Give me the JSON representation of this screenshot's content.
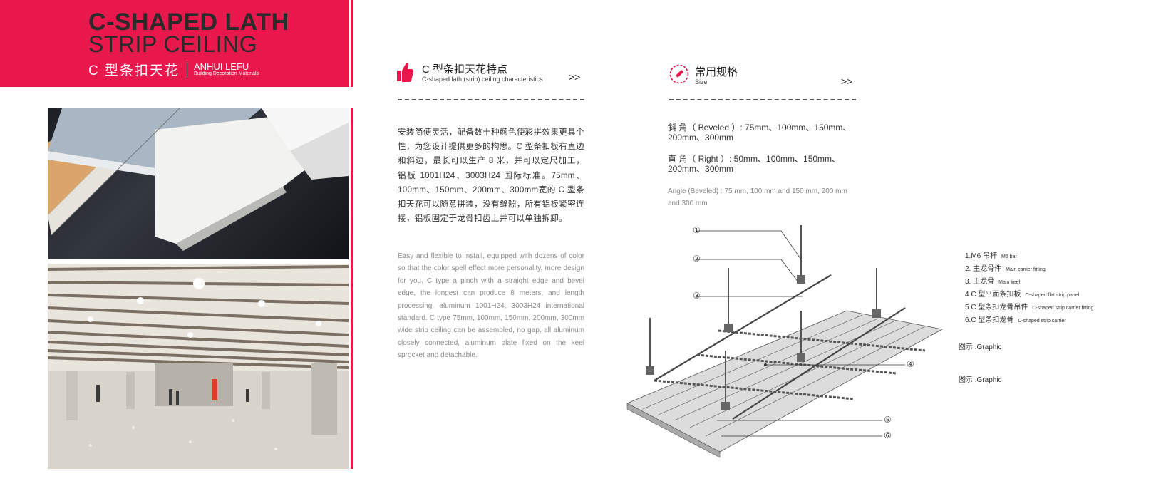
{
  "header": {
    "title_line1": "C-SHAPED LATH",
    "title_line2": "STRIP CEILING",
    "title_cn": "C 型条扣天花",
    "brand_name": "ANHUI LEFU",
    "brand_sub": "Building Decoration Materials"
  },
  "features": {
    "icon": "thumbs-up-icon",
    "title": "C 型条扣天花特点",
    "subtitle": "C-shaped lath (strip) ceiling characteristics",
    "arrows": ">>",
    "paragraph_cn": "安装简便灵活，配备数十种颜色使彩拼效果更具个性，为您设计提供更多的构思。C 型条扣板有直边和斜边，最长可以生产 8 米，并可以定尺加工，铝板 1001H24、3003H24 国际标准。75mm、100mm、150mm、200mm、300mm宽的 C 型条扣天花可以随意拼装，没有缝隙，所有铝板紧密连接，铝板固定于龙骨扣齿上并可以单独拆卸。",
    "paragraph_en": "Easy and flexible to install, equipped with dozens of color so that the color spell effect more personality, more design for you. C type a pinch with a straight edge and bevel edge, the longest can produce 8 meters, and length processing, aluminum 1001H24, 3003H24 international standard. C type 75mm, 100mm, 150mm, 200mm, 300mm wide strip ceiling can be assembled, no gap, all aluminum closely connected, aluminum plate fixed on the keel sprocket and detachable."
  },
  "sizes": {
    "icon": "pencil-icon",
    "title": "常用规格",
    "subtitle": "Size",
    "arrows": ">>",
    "beveled_line1": "斜 角（ Beveled ）:  75mm、100mm、150mm、",
    "beveled_line2": "200mm、300mm",
    "right_line1": "直    角（ Right ）:  50mm、100mm、150mm、",
    "right_line2": "200mm、300mm",
    "english": "Angle (Beveled) : 75 mm, 100 mm and 150 mm, 200 mm and 300 mm"
  },
  "diagram": {
    "callouts": [
      "①",
      "②",
      "③",
      "④",
      "⑤",
      "⑥"
    ],
    "legend": [
      {
        "cn": "1.M6 吊杆",
        "en": "M6 bar"
      },
      {
        "cn": "2. 主龙骨件",
        "en": "Main carrier fitting"
      },
      {
        "cn": "3. 主龙骨",
        "en": "Main keel"
      },
      {
        "cn": "4.C 型平面条扣板",
        "en": "C-shaped flat strip panel"
      },
      {
        "cn": "5.C 型条扣龙骨吊件",
        "en": "C-shaped strip carrier fitting"
      },
      {
        "cn": "6.C 型条扣龙骨",
        "en": "C-shaped strip carrier"
      }
    ],
    "graphic_label_1": "图示 .Graphic",
    "graphic_label_2": "图示 .Graphic"
  },
  "colors": {
    "accent": "#e8174c",
    "title_dark": "#2b2b2b"
  }
}
